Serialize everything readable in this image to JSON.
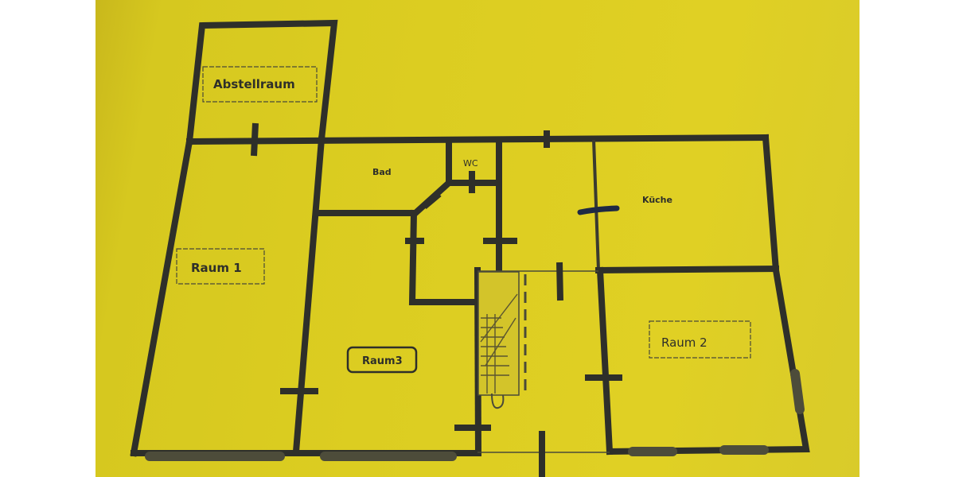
{
  "image": {
    "kind": "photo of printed floor plan",
    "paper_color": "#dccd21",
    "ink_color": "#2e2f2a",
    "marker_color": "#1f2a44"
  },
  "floorplan": {
    "rooms": [
      {
        "id": "abstellraum",
        "label": "Abstellraum"
      },
      {
        "id": "bad",
        "label": "Bad"
      },
      {
        "id": "wc",
        "label": "WC"
      },
      {
        "id": "kueche",
        "label": "Küche"
      },
      {
        "id": "raum1",
        "label": "Raum 1"
      },
      {
        "id": "raum3",
        "label": "Raum3"
      },
      {
        "id": "raum2",
        "label": "Raum 2"
      }
    ]
  }
}
